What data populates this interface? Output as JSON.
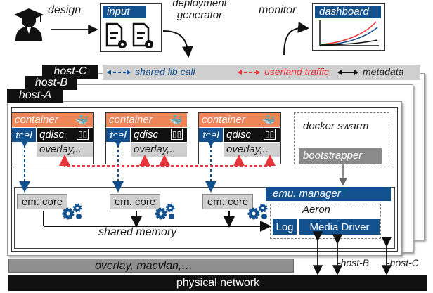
{
  "top": {
    "design_label": "design",
    "input_label": "input",
    "deployment_generator_label": "deployment\ngenerator",
    "monitor_label": "monitor",
    "dashboard_label": "dashboard"
  },
  "hosts": {
    "host_c": "host-C",
    "host_b": "host-B",
    "host_a": "host-A"
  },
  "legend": {
    "shared_lib": "shared lib call",
    "userland": "userland traffic",
    "metadata": "metadata",
    "colors": {
      "shared_lib": "#13508e",
      "userland": "#e8353b",
      "metadata": "#111111"
    }
  },
  "containers": [
    {
      "title": "container",
      "tcal": "tcal",
      "qdisc": "qdisc",
      "overlay": "overlay,.."
    },
    {
      "title": "container",
      "tcal": "tcal",
      "qdisc": "qdisc",
      "overlay": "overlay,.."
    },
    {
      "title": "container",
      "tcal": "tcal",
      "qdisc": "qdisc",
      "overlay": "overlay,.."
    }
  ],
  "swarm": {
    "label": "docker swarm",
    "bootstrapper": "bootstrapper"
  },
  "emu": {
    "manager": "emu. manager",
    "cores": [
      "em. core",
      "em. core",
      "em. core"
    ],
    "shared_memory": "shared memory",
    "aeron": "Aeron",
    "log": "Log",
    "media_driver": "Media Driver"
  },
  "bottom": {
    "overlay": "overlay, macvlan,…",
    "host_b": "-host-B",
    "host_c": "-host-C",
    "physical": "physical network"
  },
  "icons": [
    "user-graduate-icon",
    "document-gear-icon",
    "docker-whale-icon",
    "network-port-icon",
    "gear-cluster-icon"
  ]
}
